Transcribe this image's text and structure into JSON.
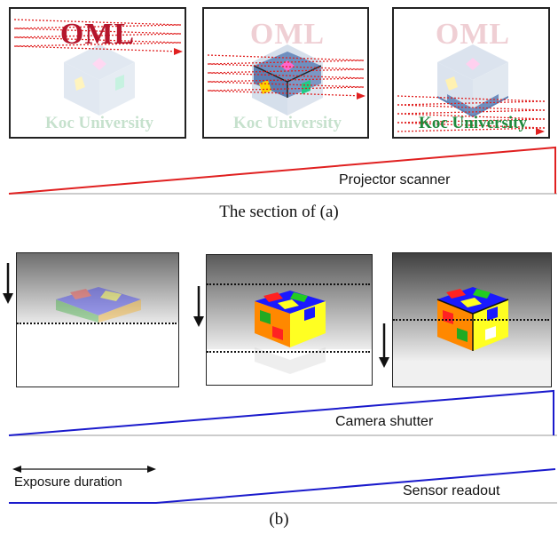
{
  "section_a": {
    "logo_text": "OML",
    "university_text": "Koc University",
    "ramp_label": "Projector scanner",
    "caption": "The section of (a)",
    "colors": {
      "scan": "#e02020",
      "logo": "#b5162c",
      "university": "#1f8a3c"
    }
  },
  "section_b": {
    "ramp_label": "Camera shutter",
    "exposure_label": "Exposure duration",
    "readout_label": "Sensor readout",
    "caption": "(b)",
    "colors": {
      "ramp": "#1a1acc"
    }
  }
}
